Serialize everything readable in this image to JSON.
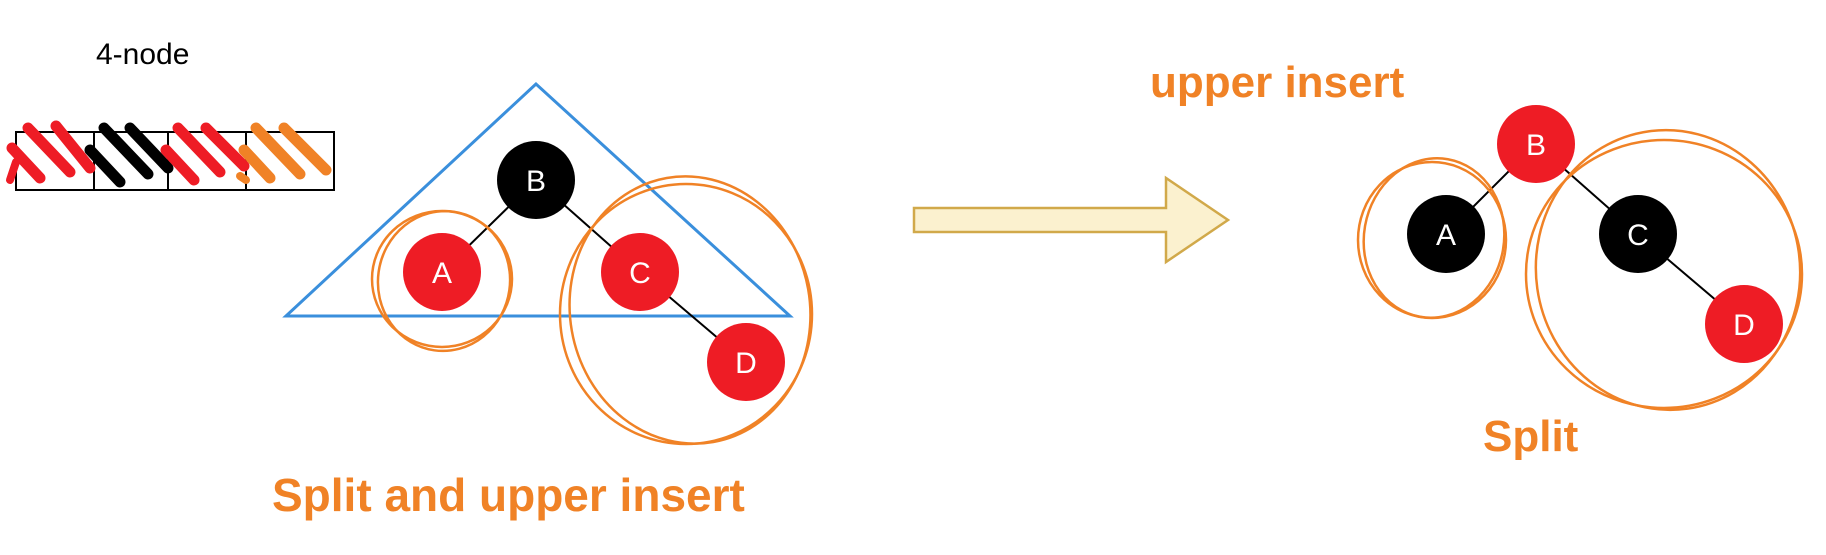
{
  "colors": {
    "accent": "#f08226",
    "red_node": "#ee1c25",
    "black_node": "#000000",
    "triangle": "#3a8fdc",
    "arrow_fill": "#fbf1cf",
    "arrow_stroke": "#d1a94a"
  },
  "labels": {
    "four_node": "4-node",
    "upper_insert": "upper insert",
    "split_and_upper_insert": "Split and upper insert",
    "split": "Split"
  },
  "left_tree": {
    "nodes": [
      {
        "label": "B",
        "color": "black"
      },
      {
        "label": "A",
        "color": "red"
      },
      {
        "label": "C",
        "color": "red"
      },
      {
        "label": "D",
        "color": "red"
      }
    ]
  },
  "right_tree": {
    "nodes": [
      {
        "label": "B",
        "color": "red"
      },
      {
        "label": "A",
        "color": "black"
      },
      {
        "label": "C",
        "color": "black"
      },
      {
        "label": "D",
        "color": "red"
      }
    ]
  },
  "four_node_strip": {
    "cells": [
      {
        "color": "red"
      },
      {
        "color": "black"
      },
      {
        "color": "red"
      },
      {
        "color": "orange"
      }
    ]
  }
}
